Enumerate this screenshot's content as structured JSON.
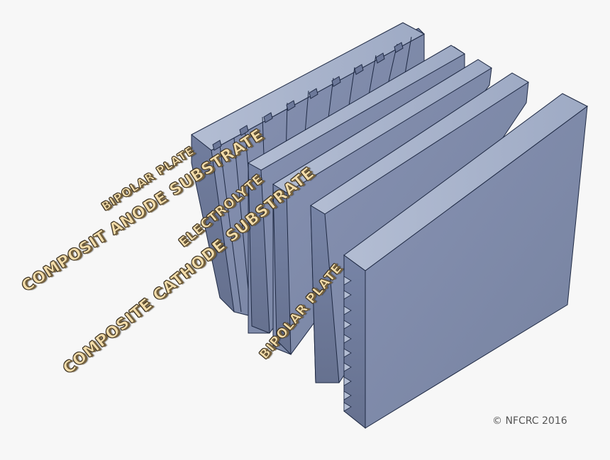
{
  "diagram": {
    "title": "Fuel cell stack exploded view",
    "background": "#f7f7f7",
    "colors": {
      "plate_face": "#7f8caf",
      "plate_top": "#a9b4cc",
      "plate_side": "#6c7899",
      "plate_edge": "#1f2a44",
      "label_fill": "#f2dba8",
      "label_outline": "#3a3020"
    },
    "labels": [
      {
        "id": "bipolar-plate-1",
        "text": "BIPOLAR PLATE"
      },
      {
        "id": "composite-anode-substrate",
        "text": "COMPOSIT ANODE SUBSTRATE"
      },
      {
        "id": "electrolyte",
        "text": "ELECTROLYTE"
      },
      {
        "id": "composite-cathode-substrate",
        "text": "COMPOSITE CATHODE SUBSTRATE"
      },
      {
        "id": "bipolar-plate-2",
        "text": "BIPOLAR PLATE"
      }
    ],
    "layers": [
      "Bipolar Plate (grooved)",
      "Composite Anode Substrate",
      "Electrolyte",
      "Composite Cathode Substrate",
      "Bipolar Plate (grooved)"
    ]
  },
  "footer": {
    "copyright": "© NFCRC 2016"
  }
}
